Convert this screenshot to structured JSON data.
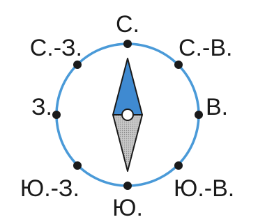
{
  "compass": {
    "labels": {
      "north": "С.",
      "northeast": "С.-В.",
      "east": "В.",
      "southeast": "Ю.-В.",
      "south": "Ю.",
      "southwest": "Ю.-З.",
      "west": "З.",
      "northwest": "С.-З."
    },
    "colors": {
      "circle": "#4a9ad8",
      "north_needle": "#3f8ad1",
      "south_needle": "#bdbdbd",
      "needle_outline": "#1a1a1a",
      "dots": "#1a1a1a",
      "text": "#1a1a1a"
    }
  }
}
